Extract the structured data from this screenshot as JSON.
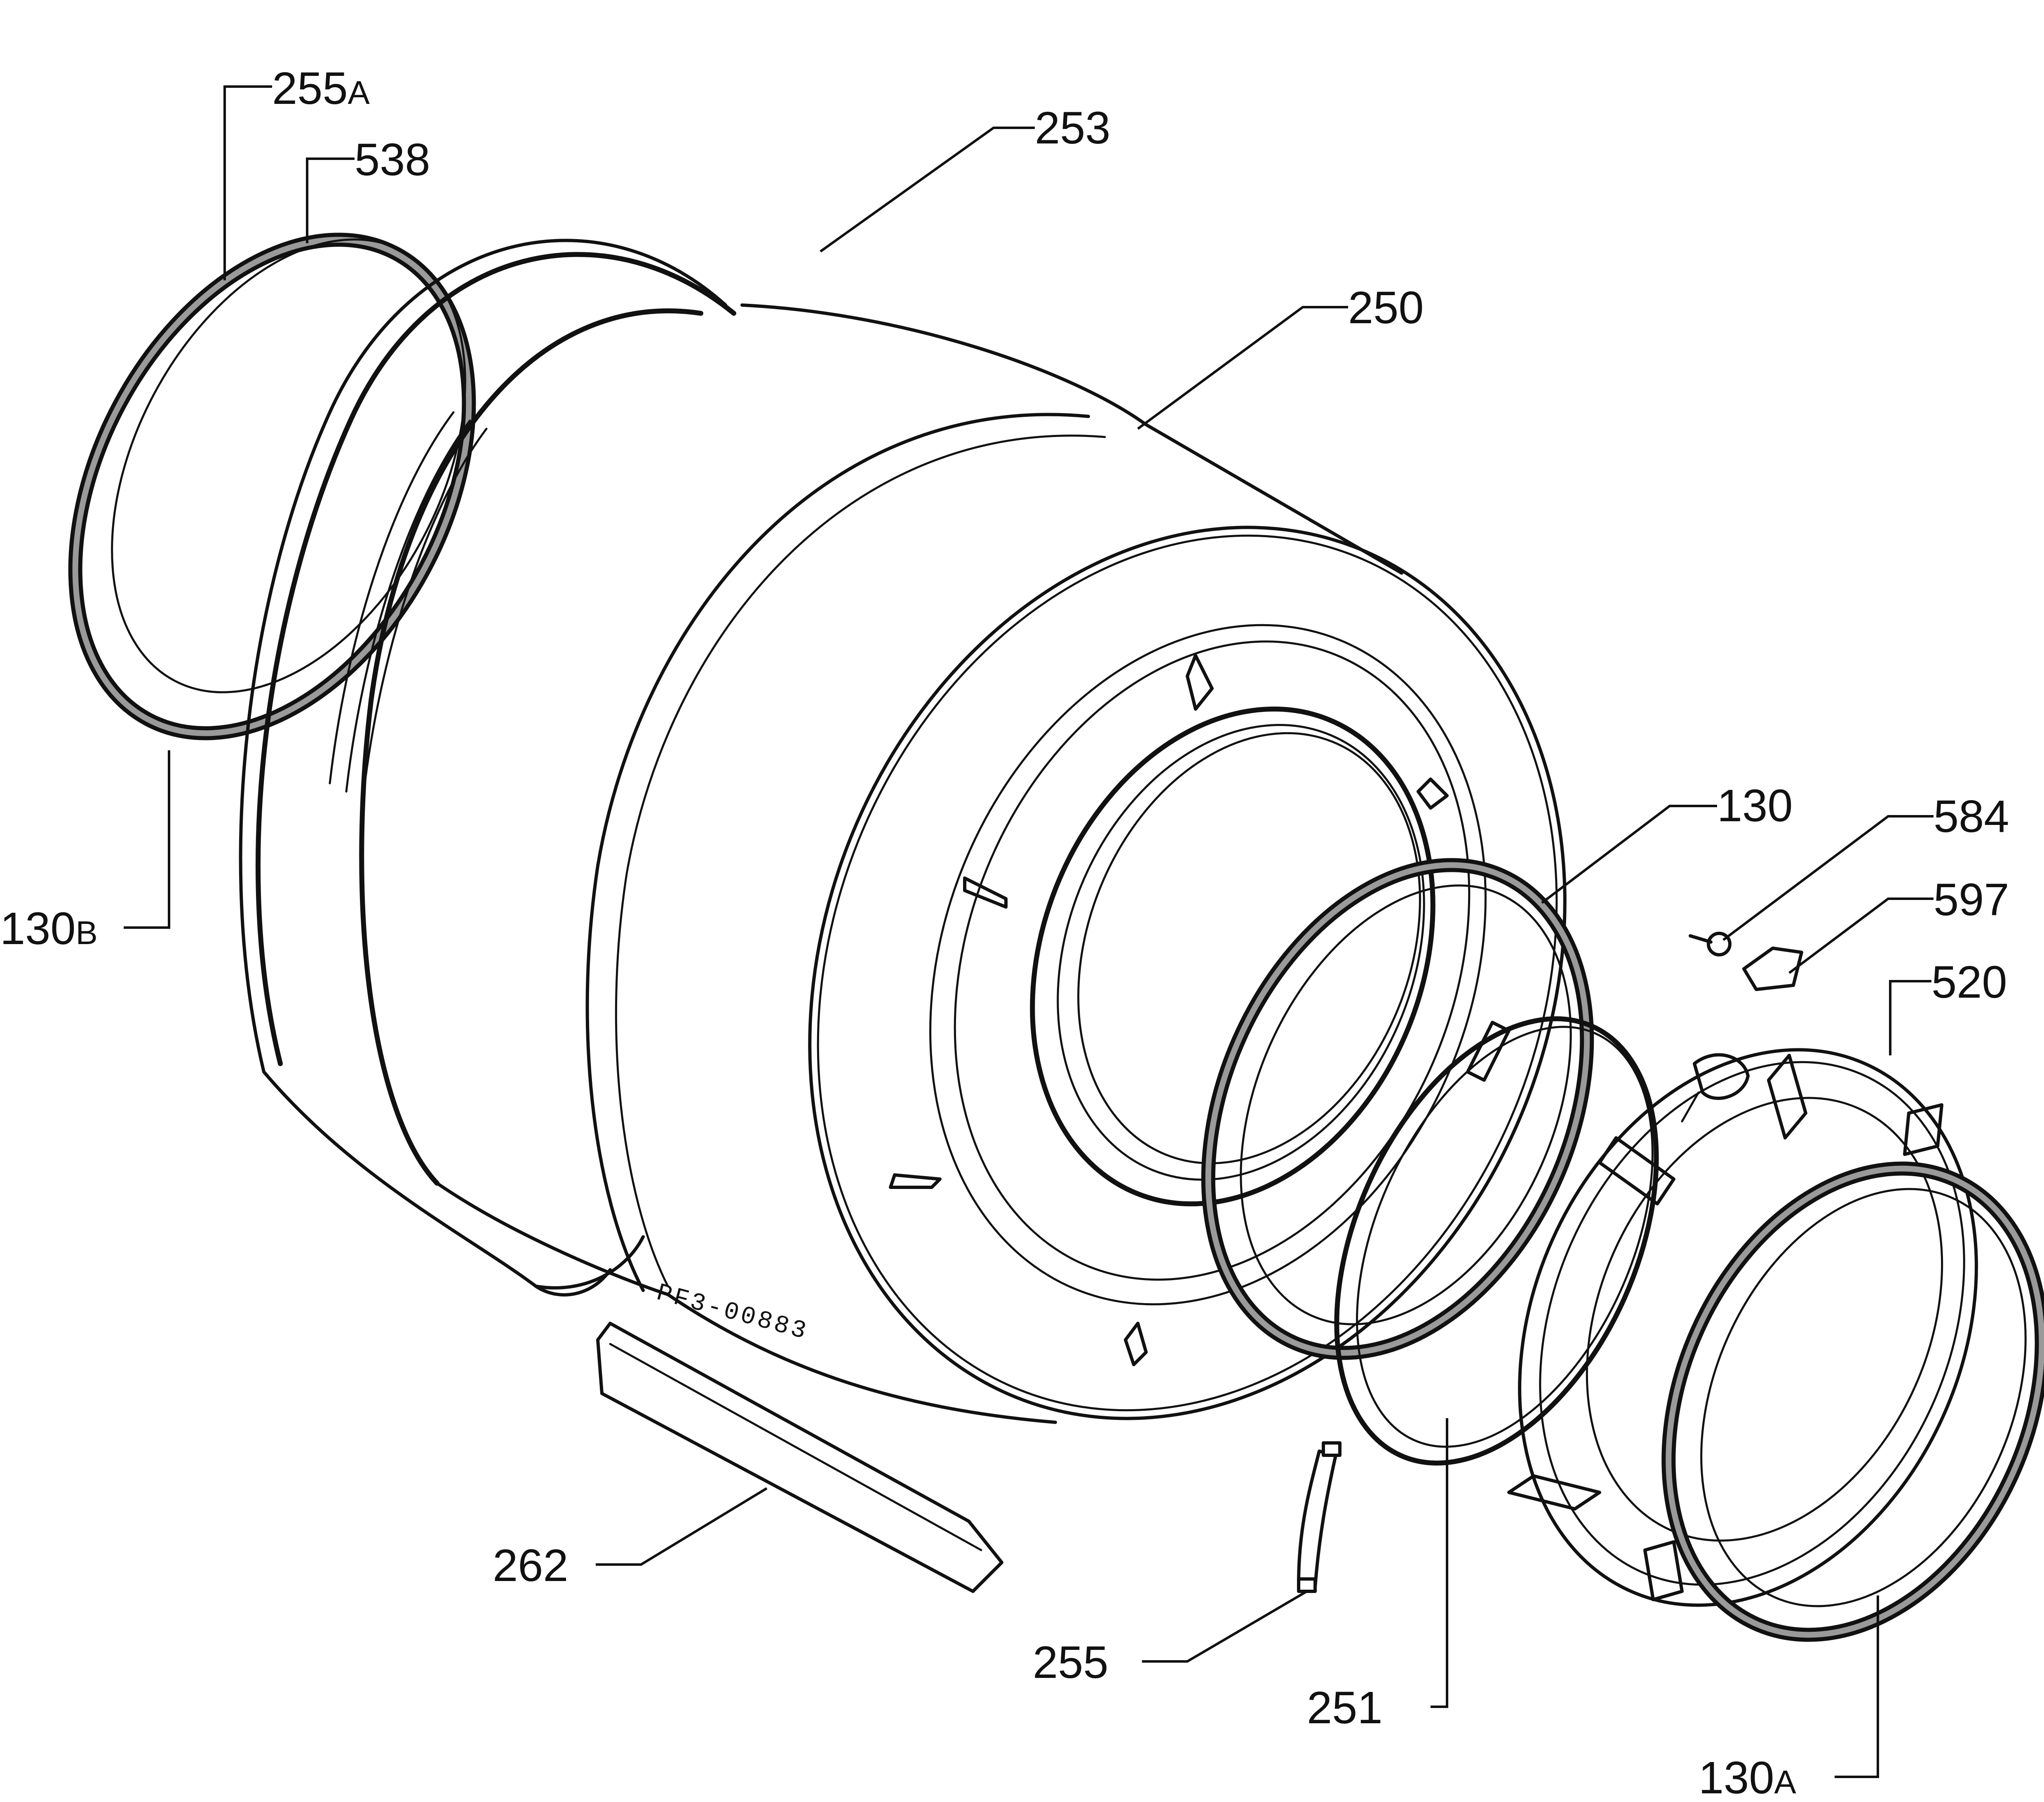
{
  "colors": {
    "ink": "#111111",
    "paper": "#ffffff",
    "gasket_fill": "#9a9a9a"
  },
  "drawing_code": "PF3-00883",
  "callouts": [
    {
      "id": "255A",
      "num": "255",
      "suffix": "A"
    },
    {
      "id": "538",
      "num": "538",
      "suffix": ""
    },
    {
      "id": "253",
      "num": "253",
      "suffix": ""
    },
    {
      "id": "250",
      "num": "250",
      "suffix": ""
    },
    {
      "id": "130B",
      "num": "130",
      "suffix": "B"
    },
    {
      "id": "130",
      "num": "130",
      "suffix": ""
    },
    {
      "id": "584",
      "num": "584",
      "suffix": ""
    },
    {
      "id": "597",
      "num": "597",
      "suffix": ""
    },
    {
      "id": "520",
      "num": "520",
      "suffix": ""
    },
    {
      "id": "262",
      "num": "262",
      "suffix": ""
    },
    {
      "id": "255",
      "num": "255",
      "suffix": ""
    },
    {
      "id": "251",
      "num": "251",
      "suffix": ""
    },
    {
      "id": "130A",
      "num": "130",
      "suffix": "A"
    }
  ]
}
